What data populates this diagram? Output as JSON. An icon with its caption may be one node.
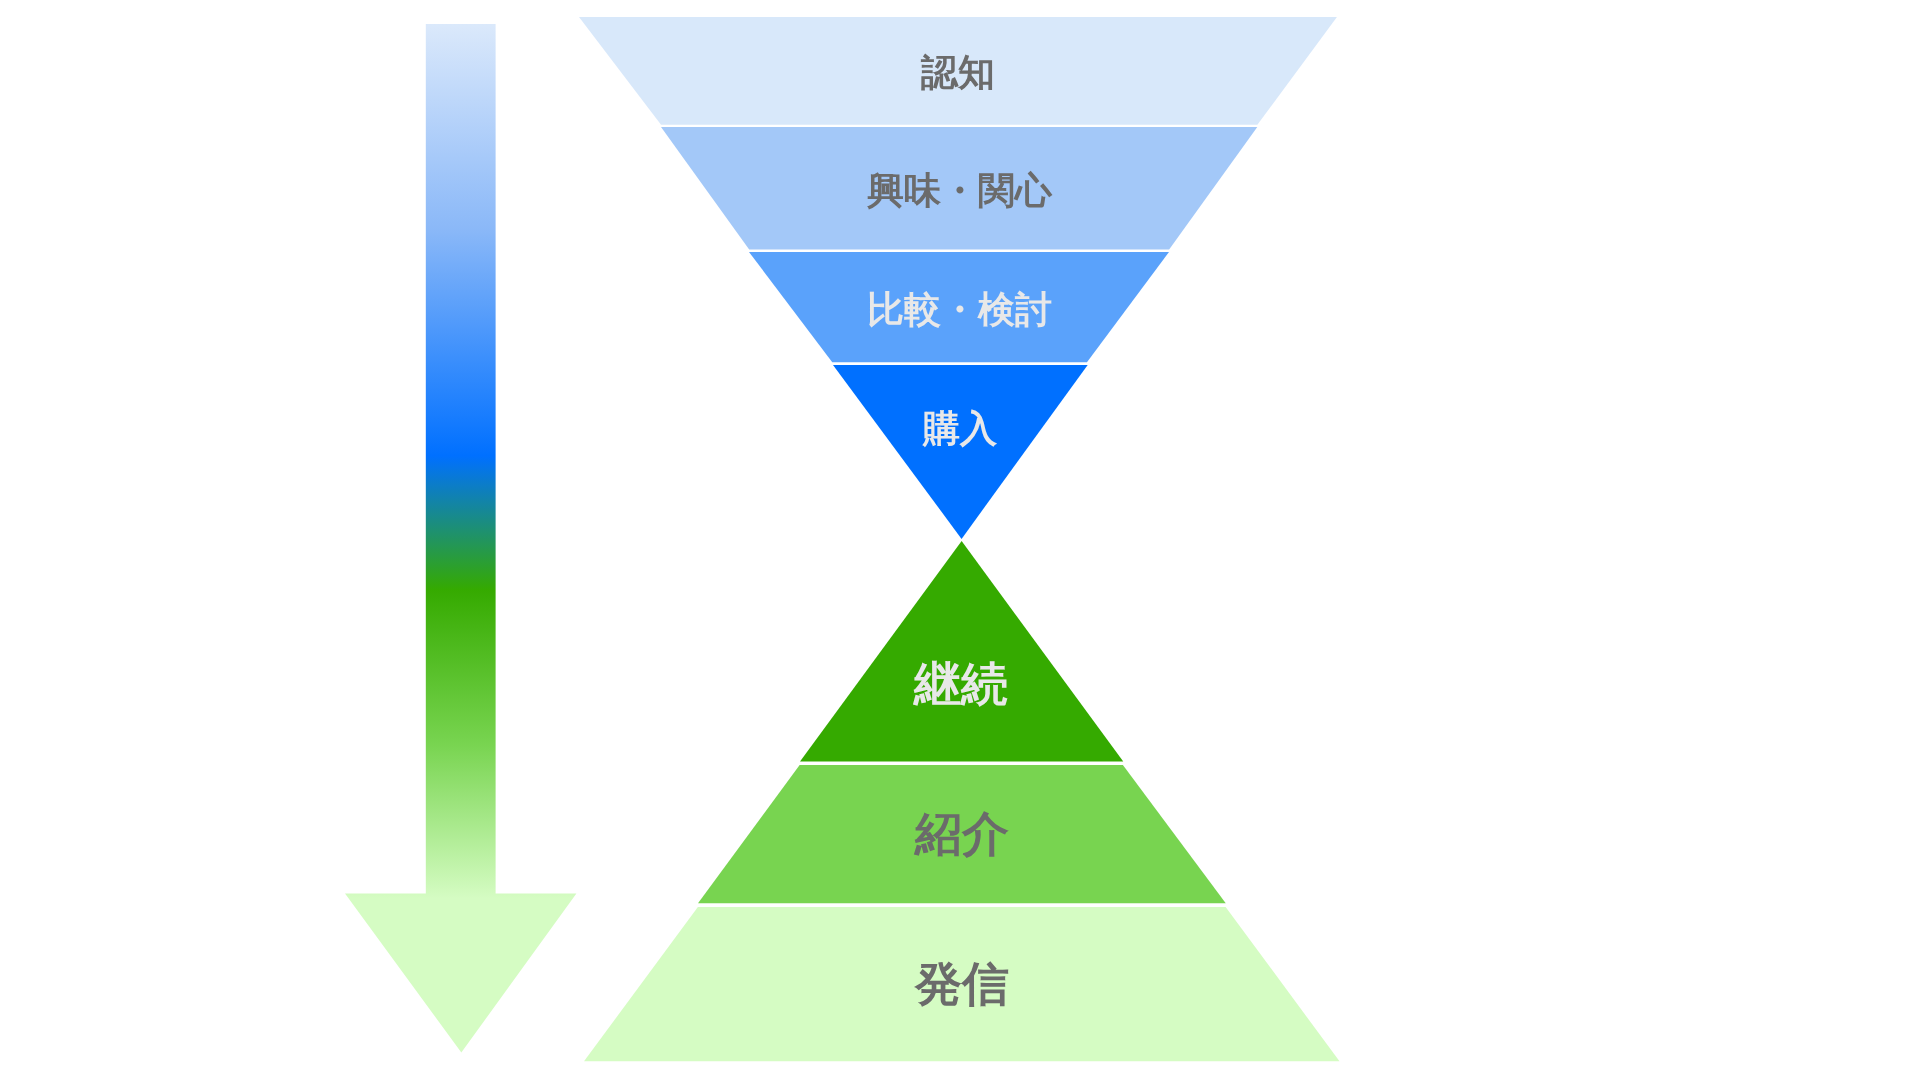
{
  "diagram": {
    "nodes": [
      {
        "text": [
          "認知"
        ]
      },
      {
        "text": [
          "興味・関心"
        ]
      },
      {
        "text": [
          "比較・検討"
        ]
      },
      {
        "text": [
          "購入"
        ]
      },
      {
        "text": [
          "継続"
        ]
      },
      {
        "text": [
          "紹介"
        ]
      },
      {
        "text": [
          "発信"
        ]
      }
    ]
  }
}
